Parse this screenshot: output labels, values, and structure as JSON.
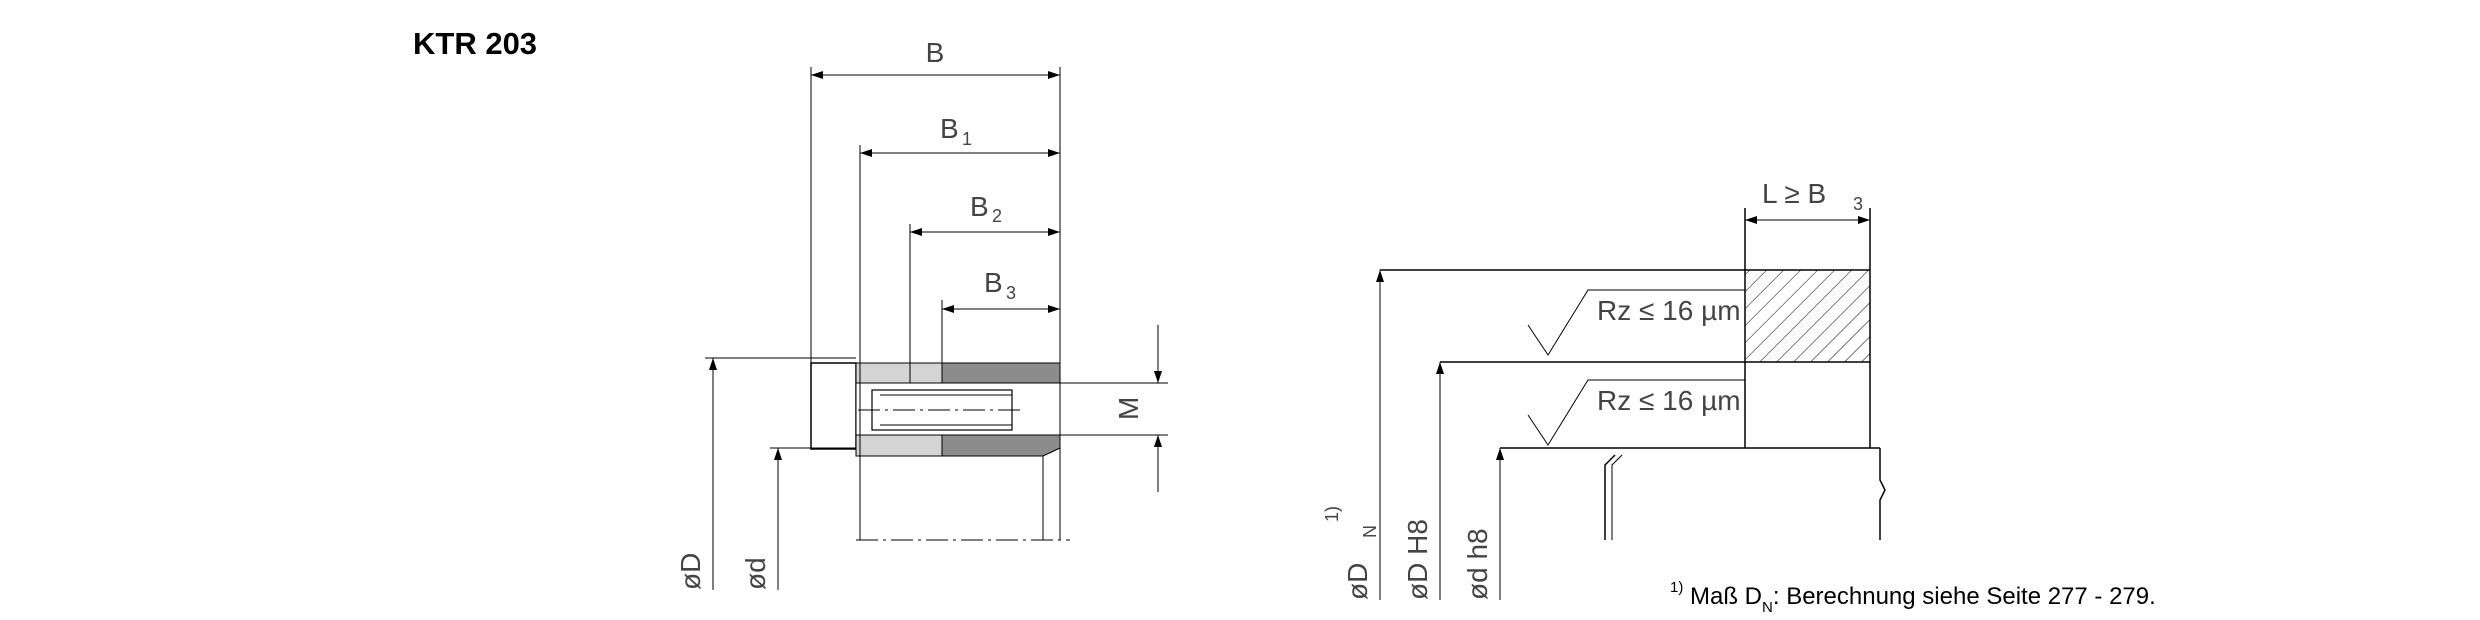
{
  "title": "KTR 203",
  "labels": {
    "b": "B",
    "b1": "B",
    "b1_sub": "1",
    "b2": "B",
    "b2_sub": "2",
    "b3": "B",
    "b3_sub": "3",
    "m": "M",
    "phi_d_outer": "øD",
    "phi_d_inner": "ød",
    "l_b3": "L  ≥  B",
    "l_b3_sub": "3",
    "rz_top": "Rz ≤ 16 µm",
    "rz_bottom": "Rz ≤ 16 µm",
    "dn": "øD",
    "dn_sub": "N",
    "dn_note": "1)",
    "dh8": "øD H8",
    "dh8_lower": "ød h8"
  },
  "footnote": {
    "mark": "1)",
    "text_before": " Maß D",
    "sub": "N",
    "text_after": ": Berechnung siehe Seite 277 - 279."
  },
  "colors": {
    "line": "#000000",
    "light_fill": "#d4d4d4",
    "dark_fill": "#8c8c8c",
    "label": "#444444"
  }
}
